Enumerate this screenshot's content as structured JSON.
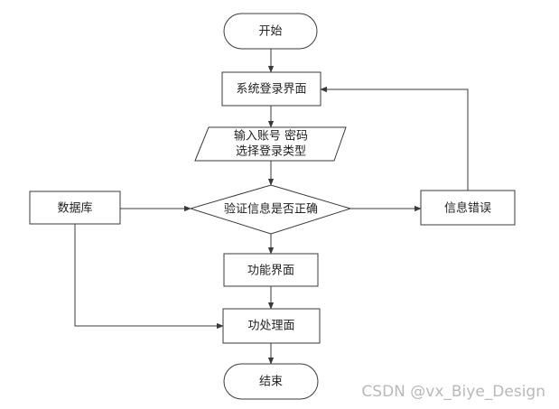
{
  "flowchart": {
    "nodes": {
      "start": "开始",
      "login_page": "系统登录界面",
      "input_line1": "输入账号 密码",
      "input_line2": "选择登录类型",
      "verify": "验证信息是否正确",
      "database": "数据库",
      "info_error": "信息错误",
      "function_page": "功能界面",
      "process_page": "功处理面",
      "end": "结束"
    }
  },
  "watermark": "CSDN @vx_Biye_Design",
  "colors": {
    "line": "#3a3a3a",
    "text": "#222222",
    "watermark": "#b9b9b9",
    "background": "#ffffff"
  }
}
